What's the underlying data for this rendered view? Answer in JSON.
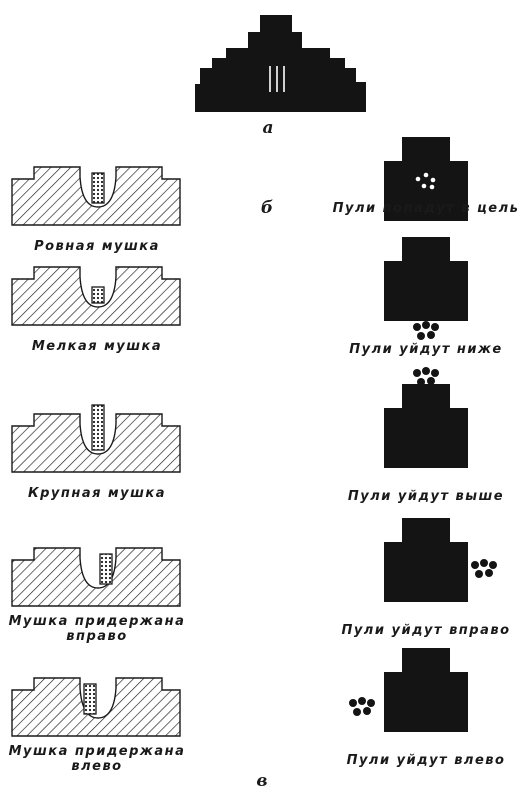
{
  "figure_labels": {
    "top": "а",
    "middle": "б",
    "bottom": "в"
  },
  "colors": {
    "ink": "#1a1a1a",
    "target": "#141414",
    "paper": "#ffffff"
  },
  "rows": [
    {
      "sight_caption": [
        "Ровная мушка"
      ],
      "result_caption": "Пули попадут в цель",
      "front_sight": "level",
      "hits": "center"
    },
    {
      "sight_caption": [
        "Мелкая мушка"
      ],
      "result_caption": "Пули уйдут ниже",
      "front_sight": "low",
      "hits": "below"
    },
    {
      "sight_caption": [
        "Крупная мушка"
      ],
      "result_caption": "Пули уйдут выше",
      "front_sight": "high",
      "hits": "above"
    },
    {
      "sight_caption": [
        "Мушка придержана",
        "вправо"
      ],
      "result_caption": "Пули уйдут вправо",
      "front_sight": "right",
      "hits": "right"
    },
    {
      "sight_caption": [
        "Мушка придержана",
        "влево"
      ],
      "result_caption": "Пули уйдут влево",
      "front_sight": "left",
      "hits": "left"
    }
  ]
}
